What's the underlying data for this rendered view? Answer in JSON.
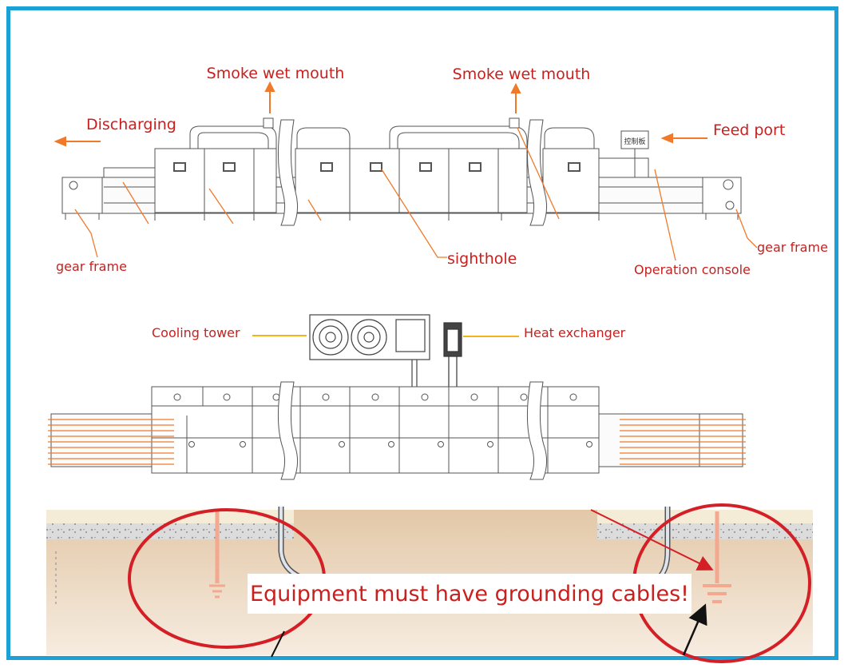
{
  "labels": {
    "smoke_wet_mouth_left": "Smoke wet mouth",
    "smoke_wet_mouth_right": "Smoke wet mouth",
    "discharging": "Discharging",
    "feed_port": "Feed port",
    "gear_frame_left": "gear frame",
    "gear_frame_right": "gear frame",
    "sighthole": "sighthole",
    "operation_console": "Operation console",
    "cooling_tower": "Cooling tower",
    "heat_exchanger": "Heat exchanger",
    "console_box_text": "控制板"
  },
  "banner": {
    "text": "Equipment must have grounding cables!"
  },
  "colors": {
    "frame_border": "#1ba1d6",
    "label_red": "#c8201e",
    "arrow_orange": "#f07a2a",
    "leader_yellow": "#f2b31b",
    "soil": "#e9d6be",
    "circle_red": "#d51f26"
  }
}
